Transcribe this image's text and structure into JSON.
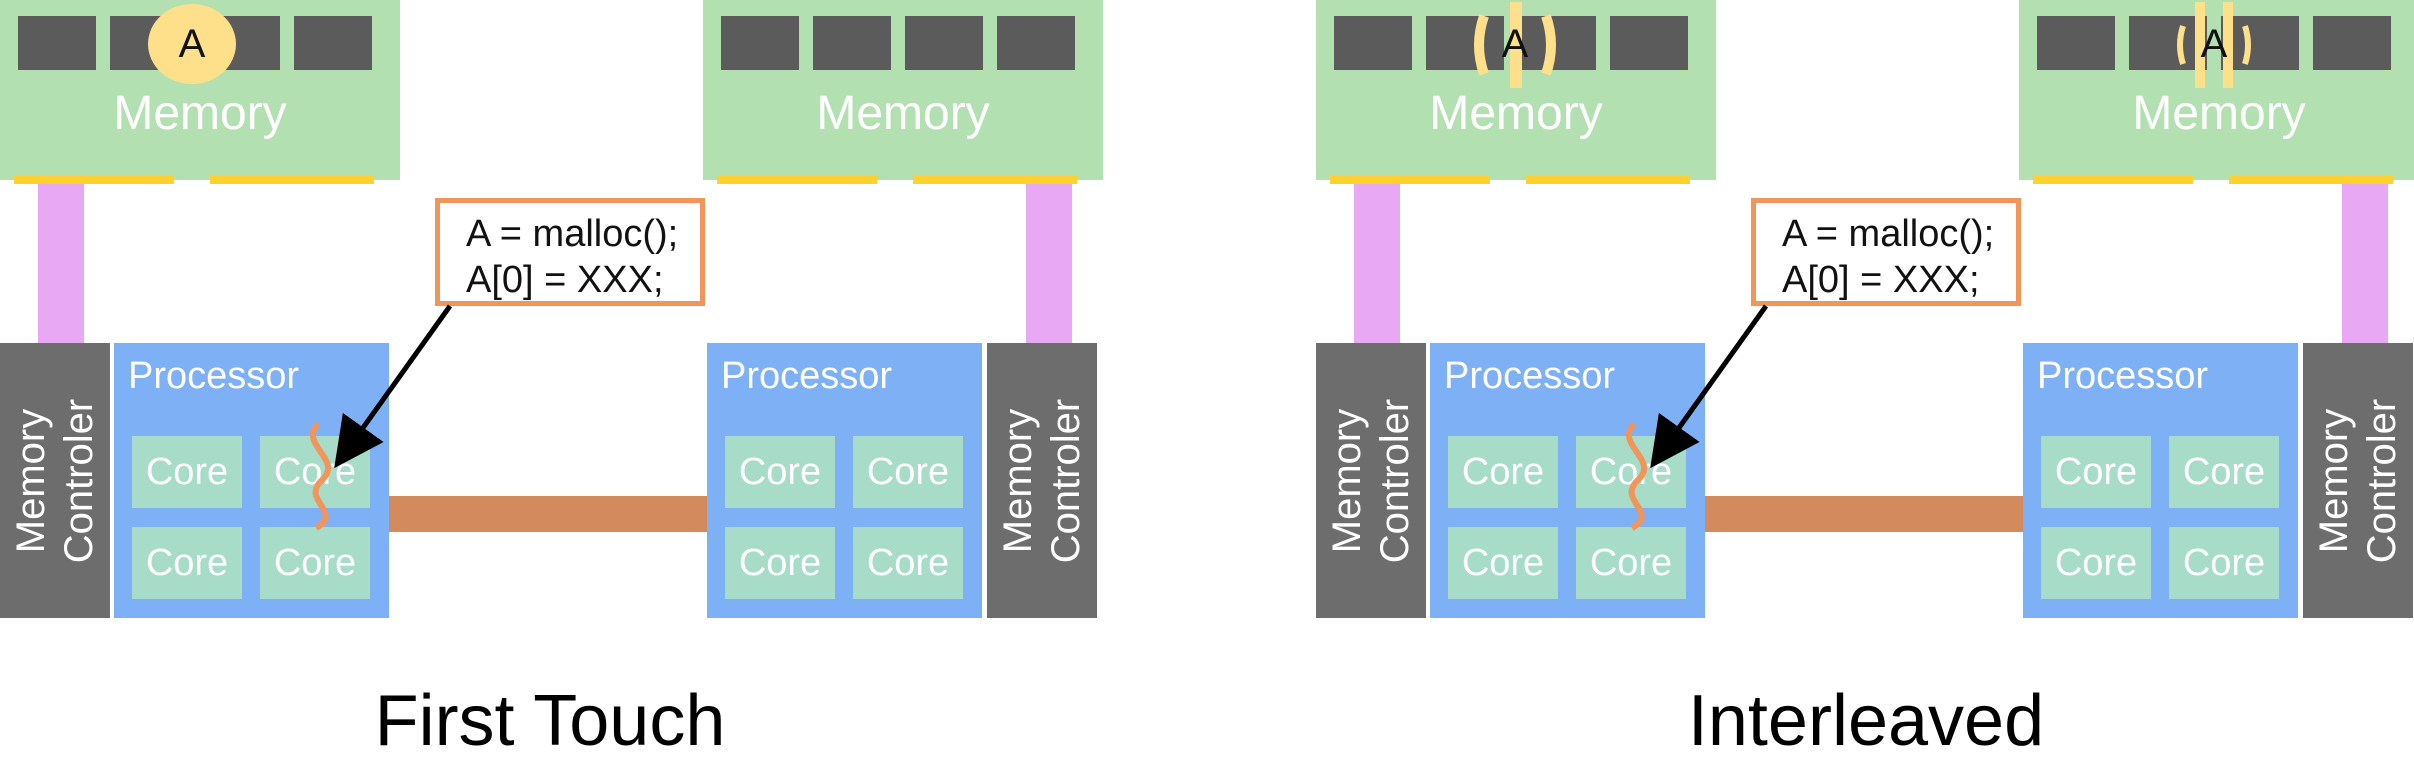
{
  "panels": [
    {
      "caption": "First Touch",
      "memory_label": "Memory",
      "processor_label": "Processor",
      "memory_controller_label": "Memory\nControler",
      "core_label": "Core",
      "allocation_label": "A",
      "code": {
        "line1": "A = malloc();",
        "line2": "A[0] = XXX;"
      }
    },
    {
      "caption": "Interleaved",
      "memory_label": "Memory",
      "processor_label": "Processor",
      "memory_controller_label": "Memory\nControler",
      "core_label": "Core",
      "allocation_label": "A",
      "code": {
        "line1": "A = malloc();",
        "line2": "A[0] = XXX;"
      }
    }
  ],
  "colors": {
    "memory": "#b3e0b0",
    "memory_chip": "#5b5b5b",
    "memory_bus": "#ffd12e",
    "memory_link": "#e8a8f4",
    "interconnect": "#d38a5c",
    "memory_controller": "#6d6d6d",
    "processor": "#7eb0f5",
    "core": "#a6dcc8",
    "code_box_border": "#f2955a",
    "thread": "#f2955a",
    "allocation": "#ffe08a"
  },
  "icons": {
    "thread": "wavy-thread-icon",
    "arrow": "arrow-icon"
  }
}
